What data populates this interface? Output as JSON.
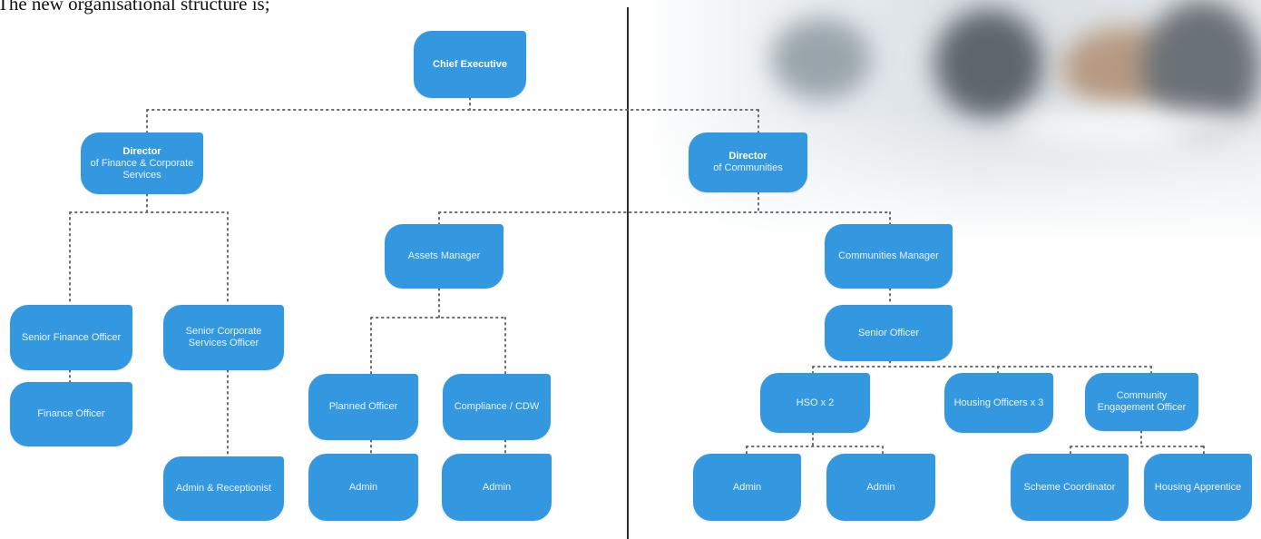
{
  "intro": "The new organisational structure is;",
  "nodes": {
    "ceo": {
      "title": "Chief Executive",
      "sub": ""
    },
    "dir_finance": {
      "title": "Director",
      "sub": "of Finance & Corporate Services"
    },
    "dir_communities": {
      "title": "Director",
      "sub": "of Communities"
    },
    "assets_manager": {
      "title": "",
      "sub": "Assets Manager"
    },
    "communities_manager": {
      "title": "",
      "sub": "Communities Manager"
    },
    "senior_finance": {
      "title": "",
      "sub": "Senior Finance Officer"
    },
    "senior_corporate": {
      "title": "",
      "sub": "Senior Corporate Services Officer"
    },
    "finance_officer": {
      "title": "",
      "sub": "Finance Officer"
    },
    "admin_receptionist": {
      "title": "",
      "sub": "Admin & Receptionist"
    },
    "planned_officer": {
      "title": "",
      "sub": "Planned Officer"
    },
    "compliance": {
      "title": "",
      "sub": "Compliance / CDW"
    },
    "admin_1": {
      "title": "",
      "sub": "Admin"
    },
    "admin_2": {
      "title": "",
      "sub": "Admin"
    },
    "senior_officer": {
      "title": "",
      "sub": "Senior Officer"
    },
    "hso": {
      "title": "",
      "sub": "HSO x 2"
    },
    "housing_officers": {
      "title": "",
      "sub": "Housing Officers x 3"
    },
    "community_engagement": {
      "title": "",
      "sub": "Community Engagement Officer"
    },
    "admin_3": {
      "title": "",
      "sub": "Admin"
    },
    "admin_4": {
      "title": "",
      "sub": "Admin"
    },
    "scheme_coordinator": {
      "title": "",
      "sub": "Scheme Coordinator"
    },
    "housing_apprentice": {
      "title": "",
      "sub": "Housing Apprentice"
    }
  },
  "colors": {
    "node": "#3498e0",
    "connector": "#6a6a6a",
    "divider": "#2b2b2b"
  }
}
